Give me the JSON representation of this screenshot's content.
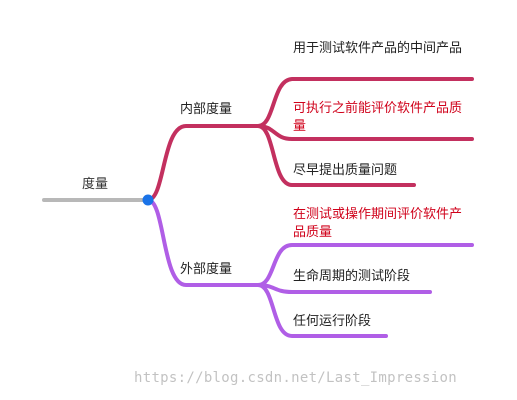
{
  "root": {
    "label": "度量"
  },
  "branches": [
    {
      "label": "内部度量",
      "color": "#c3305f",
      "children": [
        {
          "label": "用于测试软件产品的中间产品",
          "emphasis": false
        },
        {
          "label": "可执行之前能评价软件产品质量",
          "emphasis": true
        },
        {
          "label": "尽早提出质量问题",
          "emphasis": false
        }
      ]
    },
    {
      "label": "外部度量",
      "color": "#b05ee6",
      "children": [
        {
          "label": "在测试或操作期间评价软件产品质量",
          "emphasis": true
        },
        {
          "label": "生命周期的测试阶段",
          "emphasis": false
        },
        {
          "label": "任何运行阶段",
          "emphasis": false
        }
      ]
    }
  ],
  "colors": {
    "root_line": "#b8b8b8",
    "root_node": "#1a73e8",
    "emphasis_text": "#d0021b"
  },
  "watermark": "https://blog.csdn.net/Last_Impression"
}
